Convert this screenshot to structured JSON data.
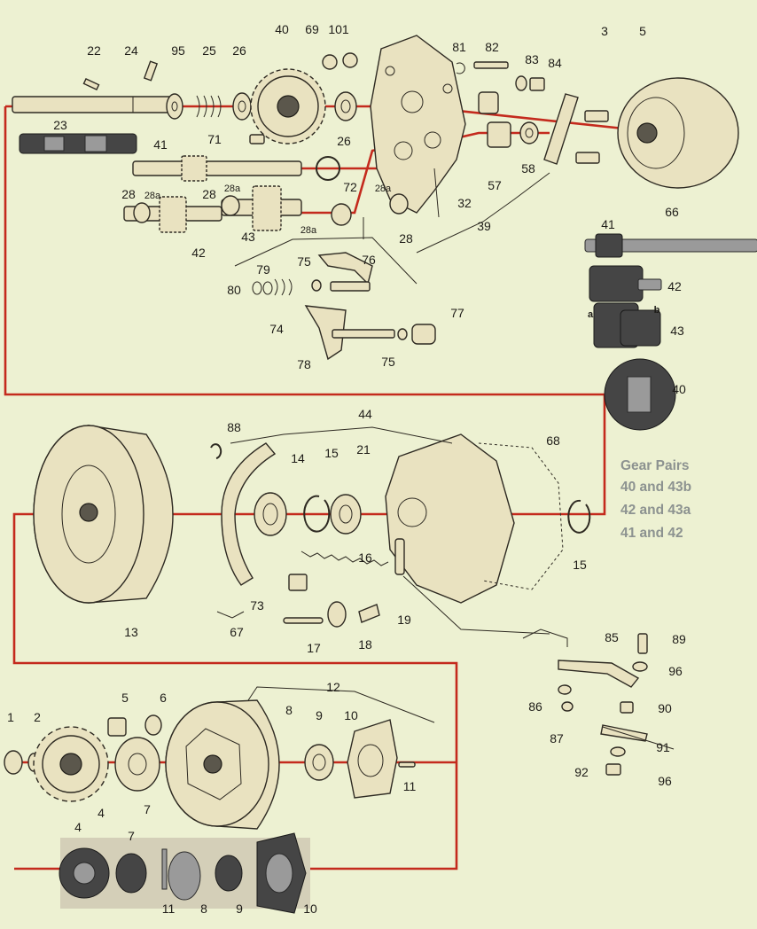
{
  "labels": {
    "p1": "1",
    "p2": "2",
    "p3": "3",
    "p4": "4",
    "p5": "5",
    "p6": "6",
    "p7": "7",
    "p8": "8",
    "p9": "9",
    "p10": "10",
    "p11": "11",
    "p12": "12",
    "p13": "13",
    "p14": "14",
    "p15": "15",
    "p16": "16",
    "p17": "17",
    "p18": "18",
    "p19": "19",
    "p21": "21",
    "p22": "22",
    "p23": "23",
    "p24": "24",
    "p25": "25",
    "p26": "26",
    "p28": "28",
    "p28a": "28a",
    "p32": "32",
    "p39": "39",
    "p40": "40",
    "p41": "41",
    "p42": "42",
    "p43": "43",
    "p44": "44",
    "p57": "57",
    "p58": "58",
    "p66": "66",
    "p67": "67",
    "p68": "68",
    "p69": "69",
    "p71": "71",
    "p72": "72",
    "p73": "73",
    "p74": "74",
    "p75": "75",
    "p76": "76",
    "p77": "77",
    "p78": "78",
    "p79": "79",
    "p80": "80",
    "p81": "81",
    "p82": "82",
    "p83": "83",
    "p84": "84",
    "p85": "85",
    "p86": "86",
    "p87": "87",
    "p88": "88",
    "p89": "89",
    "p90": "90",
    "p91": "91",
    "p92": "92",
    "p95": "95",
    "p96": "96",
    "p101": "101",
    "a": "a",
    "b": "b"
  },
  "note": {
    "title": "Gear Pairs",
    "line1": "40 and 43b",
    "line2": "42 and 43a",
    "line3": "41 and 42"
  },
  "colors": {
    "background": "#edf1d2",
    "assembly_line": "#c42a1d",
    "note_text": "#8c9290"
  }
}
